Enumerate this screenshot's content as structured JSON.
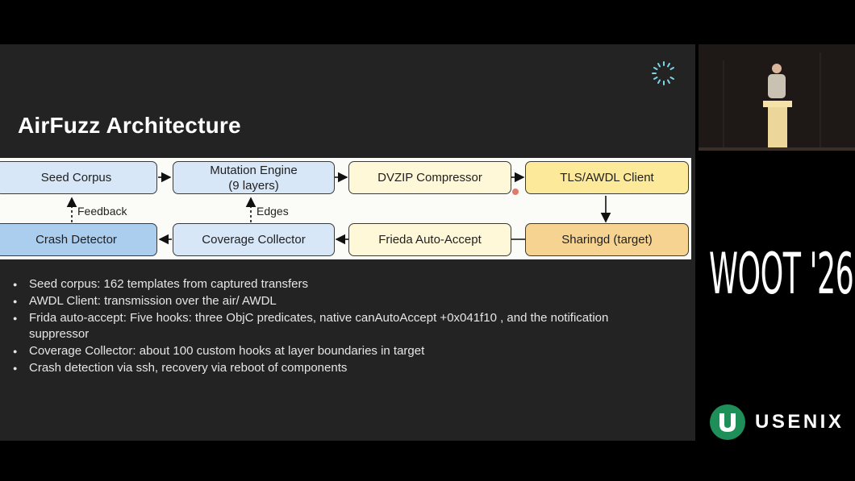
{
  "slide": {
    "title": "AirFuzz Architecture",
    "diagram": {
      "nodes": {
        "seed_corpus": "Seed Corpus",
        "mutation_engine": "Mutation Engine\n(9 layers)",
        "dvzip_compressor": "DVZIP Compressor",
        "tls_awdl_client": "TLS/AWDL Client",
        "crash_detector": "Crash Detector",
        "coverage_collector": "Coverage Collector",
        "frieda_auto_accept": "Frieda Auto-Accept",
        "sharingd_target": "Sharingd (target)"
      },
      "edge_labels": {
        "feedback": "Feedback",
        "edges": "Edges"
      }
    },
    "bullets": [
      "Seed corpus: 162 templates from captured transfers",
      "AWDL Client: transmission over the air/ AWDL",
      "Frida auto-accept: Five hooks: three ObjC predicates, native canAutoAccept +0x041f10 , and the notification suppressor",
      "Coverage Collector: about 100 custom hooks at layer boundaries in target",
      "Crash detection via ssh, recovery via reboot of components"
    ]
  },
  "sidebar": {
    "event": "WOOT '26",
    "org": "USENIX"
  },
  "colors": {
    "slide_bg": "#232323",
    "blue_node": "#d7e7f7",
    "crash_node": "#abcdee",
    "yellow_node": "#fde99a",
    "orange_node": "#f6d390",
    "usenix_green": "#1f8f5a"
  },
  "icons": [
    "slide-logo-icon",
    "speaker-video",
    "usenix-logo-icon",
    "arrow-right-icon",
    "arrow-left-icon",
    "arrow-down-icon",
    "dashed-arrow-up-icon"
  ]
}
